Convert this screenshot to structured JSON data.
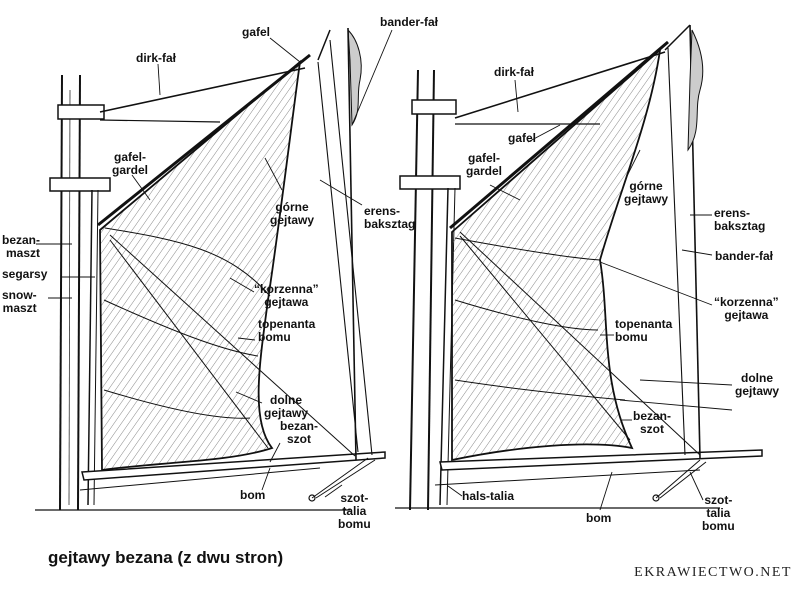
{
  "left": {
    "dirk_fal": "dirk-fał",
    "gafel": "gafel",
    "bander_fal": "bander-fał",
    "gafel_gardel": "gafel-\ngardel",
    "gorne_gejtawy": "górne\ngejtawy",
    "erens_baksztag": "erens-\nbaksztag",
    "bezan_maszt": "bezan-\nmaszt",
    "segarsy": "segarsy",
    "snow_maszt": "snow-\nmaszt",
    "korzenna_gejtawa": "“korzenna”\ngejtawa",
    "topenanta_bomu": "topenanta\nbomu",
    "dolne_gejtawy": "dolne\ngejtawy",
    "bezan_szot": "bezan-\nszot",
    "bom": "bom",
    "szot_talia_bomu": "szot-\ntalia\nbomu"
  },
  "right": {
    "dirk_fal": "dirk-fał",
    "gafel": "gafel",
    "gafel_gardel": "gafel-\ngardel",
    "gorne_gejtawy": "górne\ngejtawy",
    "erens_baksztag": "erens-\nbaksztag",
    "bander_fal": "bander-fał",
    "korzenna_gejtawa": "“korzenna”\ngejtawa",
    "topenanta_bomu": "topenanta\nbomu",
    "dolne_gejtawy": "dolne\ngejtawy",
    "bezan_szot": "bezan-\nszot",
    "hals_talia": "hals-talia",
    "bom": "bom",
    "szot_talia_bomu": "szot-\ntalia\nbomu"
  },
  "caption": "gejtawy bezana (z dwu stron)",
  "watermark": "EKRAWIECTWO.NET",
  "colors": {
    "ink": "#111111",
    "sail": "#e8e8e8",
    "paper": "#ffffff"
  }
}
